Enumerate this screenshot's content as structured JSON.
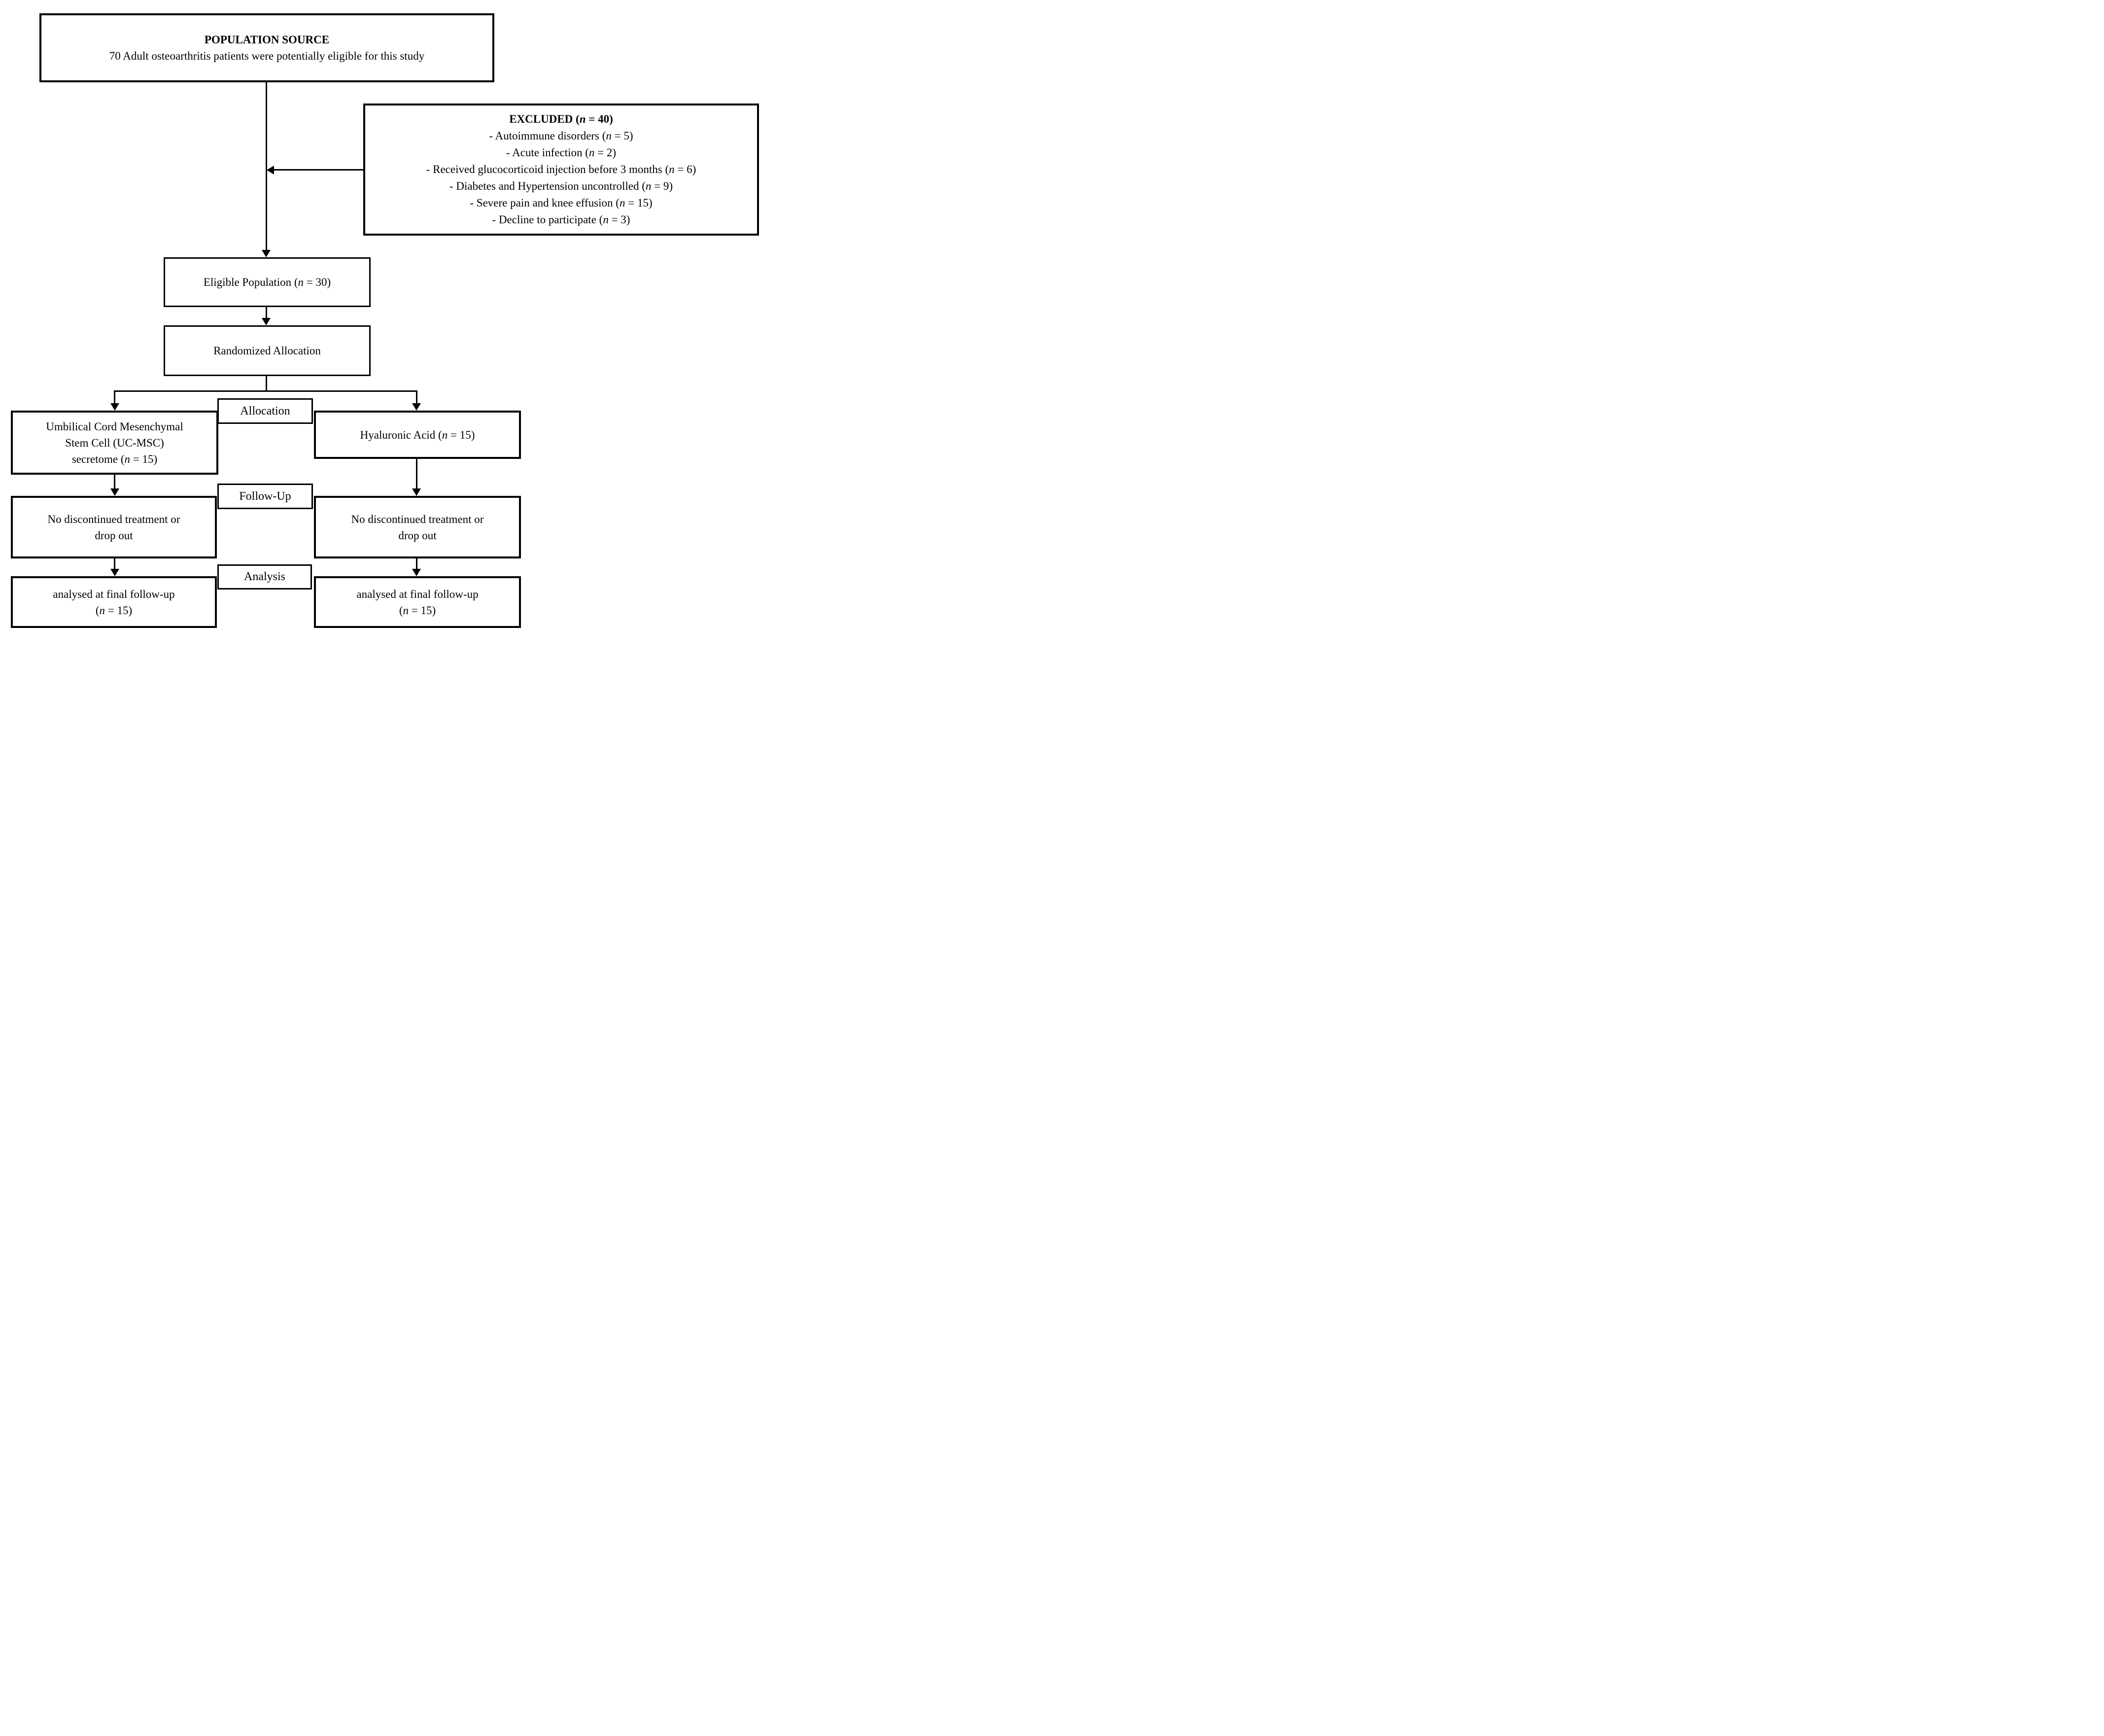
{
  "figure": {
    "type": "consort-flow-diagram",
    "background_color": "#ffffff",
    "line_color": "#000000",
    "text_color": "#000000"
  },
  "population": {
    "title": "POPULATION SOURCE",
    "subtitle": "70 Adult osteoarthritis patients were potentially eligible for this study"
  },
  "excluded": {
    "title": "EXCLUDED (n = 40)",
    "items": [
      "- Autoimmune disorders (n = 5)",
      "- Acute infection (n = 2)",
      "- Received glucocorticoid injection before 3 months (n = 6)",
      "- Diabetes and Hypertension uncontrolled (n = 9)",
      "- Severe pain and knee effusion (n = 15)",
      "- Decline to participate (n = 3)"
    ]
  },
  "eligible": {
    "label": "Eligible Population (n = 30)"
  },
  "randomized": {
    "label": "Randomized Allocation"
  },
  "stages": {
    "allocation": "Allocation",
    "follow_up": "Follow-Up",
    "analysis": "Analysis"
  },
  "arms": {
    "left": {
      "allocation_lines": [
        "Umbilical Cord Mesenchymal",
        "Stem Cell (UC-MSC)",
        "secretome (n = 15)"
      ],
      "follow_up_lines": [
        "No discontinued treatment or",
        "drop out"
      ],
      "analysis_lines": [
        "analysed at final follow-up",
        "(n = 15)"
      ]
    },
    "right": {
      "allocation_lines": [
        "Hyaluronic Acid (n = 15)"
      ],
      "follow_up_lines": [
        "No discontinued treatment or",
        "drop out"
      ],
      "analysis_lines": [
        "analysed at final follow-up",
        "(n = 15)"
      ]
    }
  }
}
